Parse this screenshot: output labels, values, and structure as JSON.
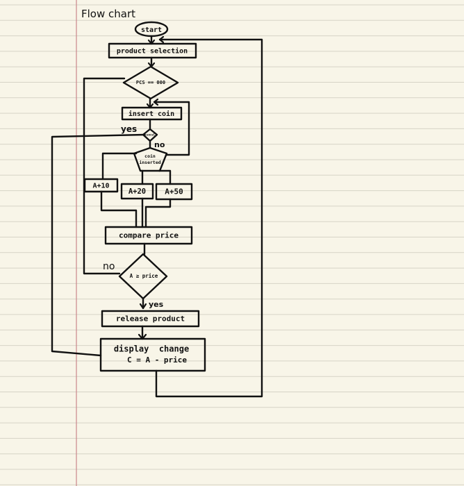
{
  "title": "Flow chart",
  "nodes": {
    "start": "start",
    "product_selection": "product selection",
    "pcs_check": "PCS == 000",
    "insert_coin": "insert coin",
    "cancel": "cancel",
    "coin_inserted_1": "coin",
    "coin_inserted_2": "inserted",
    "a10": "A+10",
    "a20": "A+20",
    "a50": "A+50",
    "compare_price": "compare price",
    "a_ge_price": "A ≥ price",
    "release_product": "release product",
    "display_change_1": "display  change",
    "display_change_2": "C = A - price"
  },
  "edge_labels": {
    "cancel_yes": "yes",
    "cancel_no": "no",
    "compare_no": "no",
    "compare_yes": "yes"
  }
}
